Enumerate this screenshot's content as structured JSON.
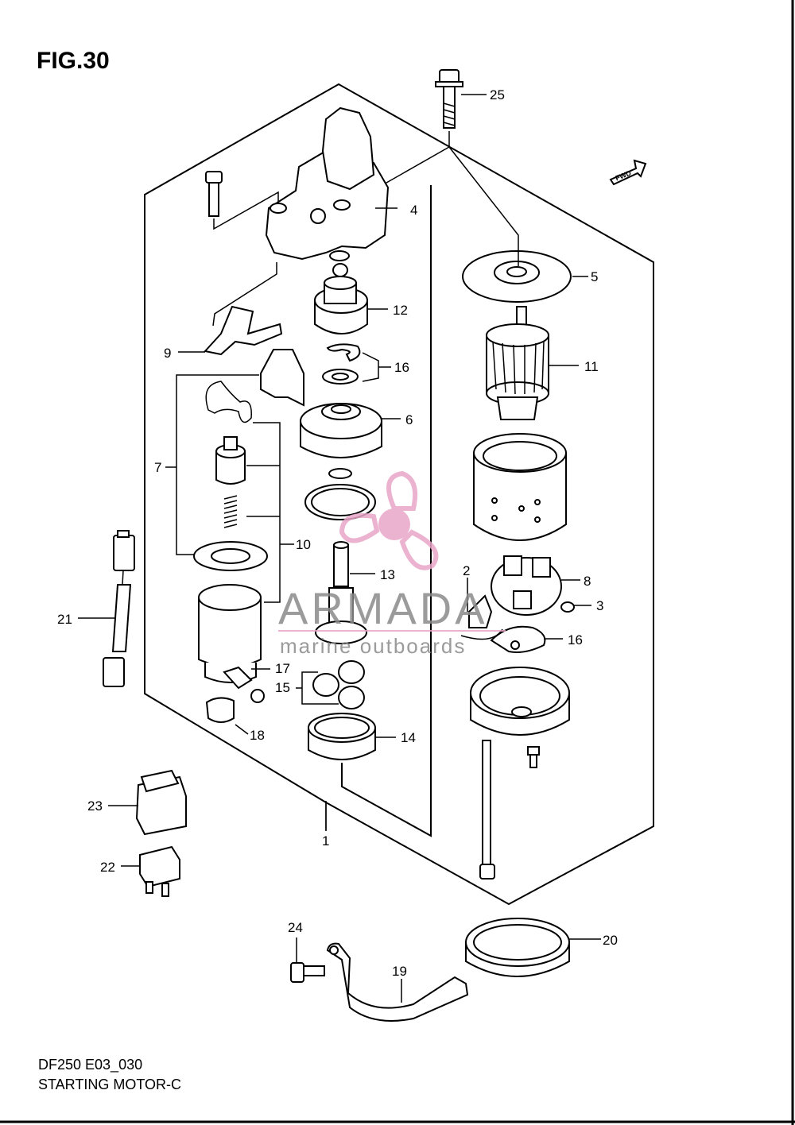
{
  "figure": {
    "title": "FIG.30",
    "model_code": "DF250 E03_030",
    "name": "STARTING MOTOR-C",
    "fwd_label": "FWD"
  },
  "callouts": [
    {
      "id": "c25",
      "label": "25"
    },
    {
      "id": "c4",
      "label": "4"
    },
    {
      "id": "c5",
      "label": "5"
    },
    {
      "id": "c12",
      "label": "12"
    },
    {
      "id": "c9",
      "label": "9"
    },
    {
      "id": "c16a",
      "label": "16"
    },
    {
      "id": "c11",
      "label": "11"
    },
    {
      "id": "c6",
      "label": "6"
    },
    {
      "id": "c7",
      "label": "7"
    },
    {
      "id": "c10",
      "label": "10"
    },
    {
      "id": "c13",
      "label": "13"
    },
    {
      "id": "c2",
      "label": "2"
    },
    {
      "id": "c8",
      "label": "8"
    },
    {
      "id": "c3",
      "label": "3"
    },
    {
      "id": "c16b",
      "label": "16"
    },
    {
      "id": "c21",
      "label": "21"
    },
    {
      "id": "c17",
      "label": "17"
    },
    {
      "id": "c15",
      "label": "15"
    },
    {
      "id": "c18",
      "label": "18"
    },
    {
      "id": "c14",
      "label": "14"
    },
    {
      "id": "c23",
      "label": "23"
    },
    {
      "id": "c1",
      "label": "1"
    },
    {
      "id": "c22",
      "label": "22"
    },
    {
      "id": "c24",
      "label": "24"
    },
    {
      "id": "c20",
      "label": "20"
    },
    {
      "id": "c19",
      "label": "19"
    }
  ],
  "watermark": {
    "brand": "ARMADA",
    "tagline": "marine outboards",
    "color": "#e8a6c8"
  }
}
